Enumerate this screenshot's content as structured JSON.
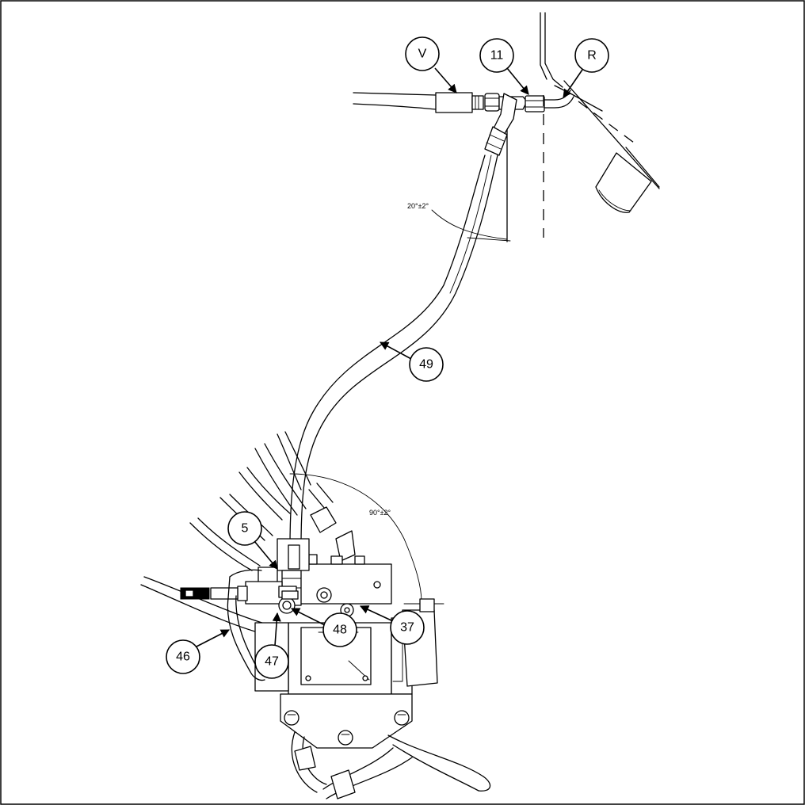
{
  "callouts": {
    "v": "V",
    "c11": "11",
    "r": "R",
    "c49": "49",
    "c5": "5",
    "c46": "46",
    "c47": "47",
    "c48": "48",
    "c37": "37"
  },
  "dimensions": {
    "top_angle": "20°±2°",
    "bottom_angle": "90°±2°"
  }
}
